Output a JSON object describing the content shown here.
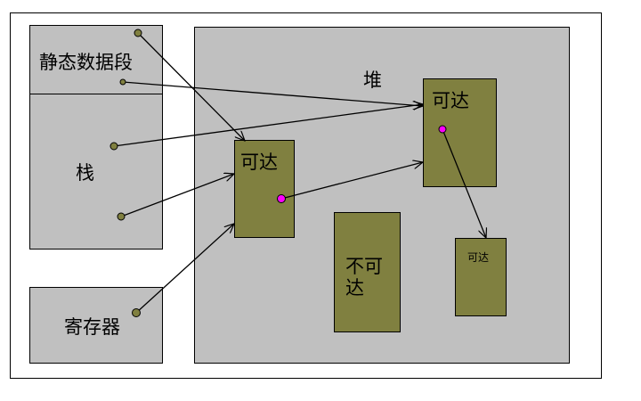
{
  "labels": {
    "static_data": "静态数据段",
    "stack": "栈",
    "register": "寄存器",
    "heap": "堆",
    "reachable_a": "可达",
    "reachable_b": "可达",
    "reachable_c": "可达",
    "unreachable_line1": "不可",
    "unreachable_line2": "达"
  },
  "colors": {
    "region_fill": "#c0c0c0",
    "object_fill": "#808040",
    "pointer_dot": "#808040",
    "object_pointer_dot": "#ff00ff",
    "line": "#000000"
  }
}
